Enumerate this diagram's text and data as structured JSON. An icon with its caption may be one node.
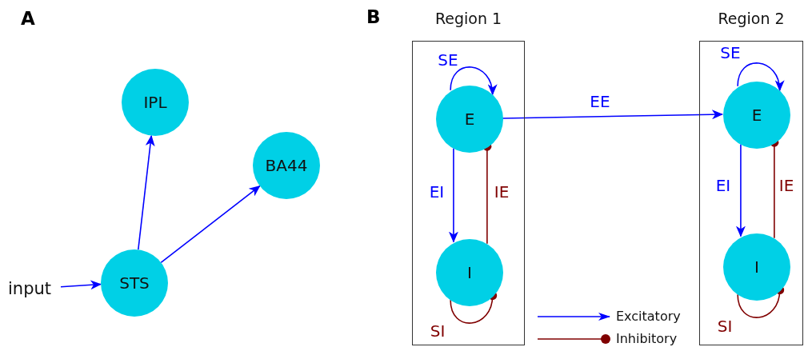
{
  "diagram": {
    "nodes": [
      {
        "text": [
          "input"
        ]
      },
      {
        "text": [
          "IPL"
        ]
      },
      {
        "text": [
          "BA44"
        ]
      },
      {
        "text": [
          "STS"
        ]
      },
      {
        "text": [
          "Region 1"
        ]
      },
      {
        "text": [
          "E"
        ],
        "in": 4
      },
      {
        "text": [
          "I"
        ],
        "in": 4
      },
      {
        "text": [
          "Region 2"
        ]
      },
      {
        "text": [
          "E"
        ],
        "in": 7
      },
      {
        "text": [
          "I"
        ],
        "in": 7
      }
    ],
    "edges": [
      {
        "from": 0,
        "to": 3,
        "arrow": "to"
      },
      {
        "from": 3,
        "to": 1,
        "arrow": "to"
      },
      {
        "from": 3,
        "to": 2,
        "arrow": "to"
      },
      {
        "from": 5,
        "to": 5,
        "arrow": "to",
        "label": "SE"
      },
      {
        "from": 5,
        "to": 6,
        "arrow": "to",
        "label": "EI"
      },
      {
        "from": 6,
        "to": 5,
        "arrow": "other",
        "label": "IE",
        "color": "#800000"
      },
      {
        "from": 6,
        "to": 6,
        "arrow": "other",
        "label": "SI",
        "color": "#800000"
      },
      {
        "from": 5,
        "to": 8,
        "arrow": "to",
        "label": "EE"
      },
      {
        "from": 8,
        "to": 8,
        "arrow": "to",
        "label": "SE"
      },
      {
        "from": 8,
        "to": 9,
        "arrow": "to",
        "label": "EI"
      },
      {
        "from": 9,
        "to": 8,
        "arrow": "other",
        "label": "IE",
        "color": "#800000"
      },
      {
        "from": 9,
        "to": 9,
        "arrow": "other",
        "label": "SI",
        "color": "#800000"
      }
    ],
    "labels": [
      "A",
      "B"
    ],
    "legend": [
      {
        "text": "Excitatory"
      },
      {
        "text": "Inhibitory"
      }
    ]
  }
}
